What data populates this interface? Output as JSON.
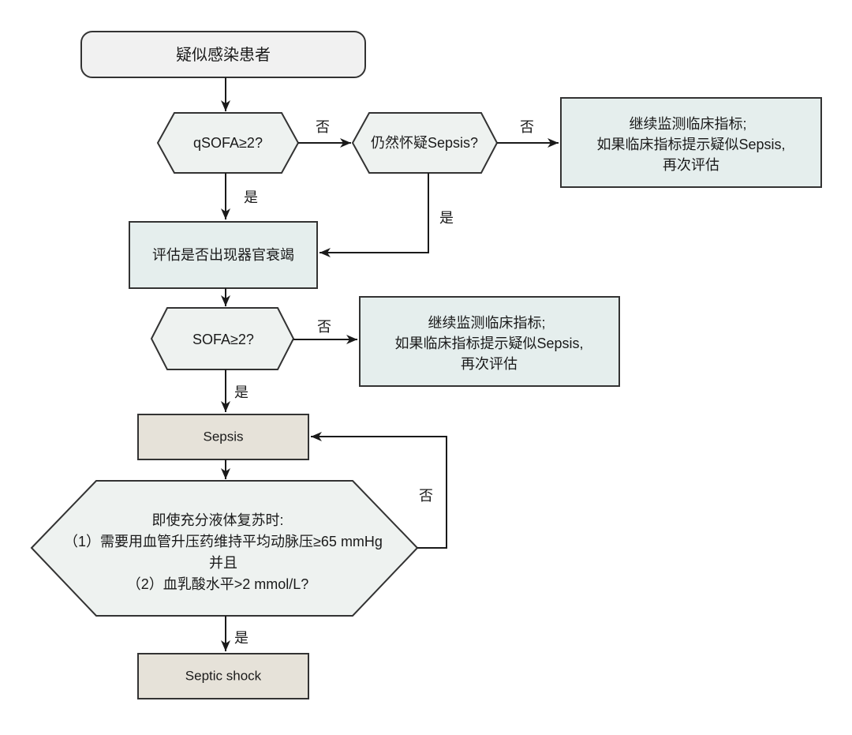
{
  "diagram": {
    "nodes": {
      "start": {
        "text": "疑似感染患者"
      },
      "qsofa": {
        "text": "qSOFA≥2?"
      },
      "still_suspect": {
        "text": "仍然怀疑Sepsis?"
      },
      "monitor_1": {
        "lines": [
          "继续监测临床指标;",
          "如果临床指标提示疑似Sepsis,",
          "再次评估"
        ]
      },
      "organ_failure": {
        "text": "评估是否出现器官衰竭"
      },
      "sofa": {
        "text": "SOFA≥2?"
      },
      "monitor_2": {
        "lines": [
          "继续监测临床指标;",
          "如果临床指标提示疑似Sepsis,",
          "再次评估"
        ]
      },
      "sepsis": {
        "text": "Sepsis"
      },
      "shock_criteria": {
        "lines": [
          "即使充分液体复苏时:",
          "（1）需要用血管升压药维持平均动脉压≥65 mmHg",
          "并且",
          "（2）血乳酸水平>2 mmol/L?"
        ]
      },
      "septic_shock": {
        "text": "Septic shock"
      }
    },
    "edges": {
      "qsofa_no": "否",
      "qsofa_yes": "是",
      "suspect_no": "否",
      "suspect_yes": "是",
      "sofa_no": "否",
      "sofa_yes": "是",
      "shock_no": "否",
      "shock_yes": "是"
    }
  },
  "colors": {
    "start_fill": "#f1f1f1",
    "decision_fill": "#eef2f0",
    "process_fill": "#e5eeed",
    "outcome_fill": "#e6e2d9",
    "line": "#1a1a1a"
  }
}
